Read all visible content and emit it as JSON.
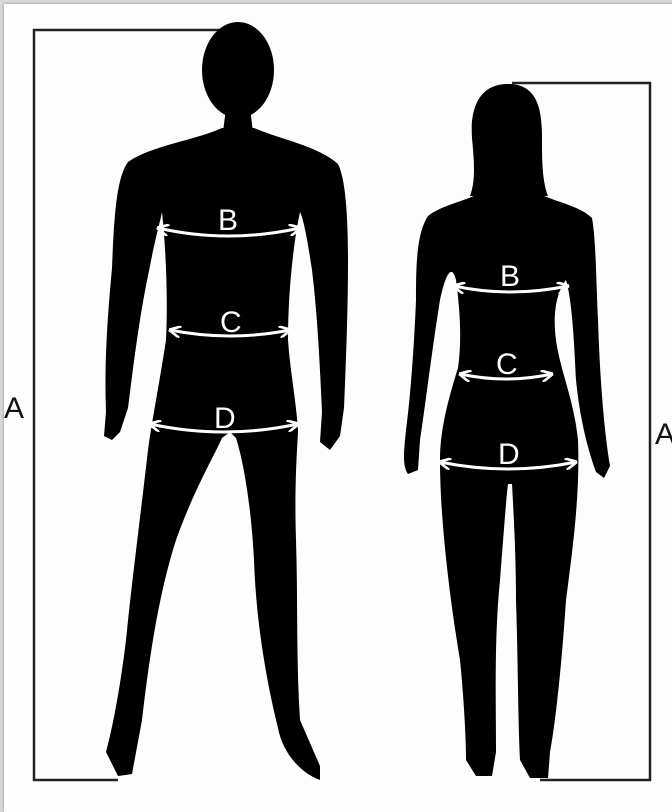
{
  "figures": {
    "male": {
      "labels": {
        "height": "A",
        "chest": "B",
        "waist": "C",
        "hip": "D"
      }
    },
    "female": {
      "labels": {
        "height": "A",
        "chest": "B",
        "waist": "C",
        "hip": "D"
      }
    }
  },
  "colors": {
    "silhouette": "#000000",
    "measure": "#ffffff",
    "frame": "#222222",
    "page": "#fdfdfd"
  }
}
